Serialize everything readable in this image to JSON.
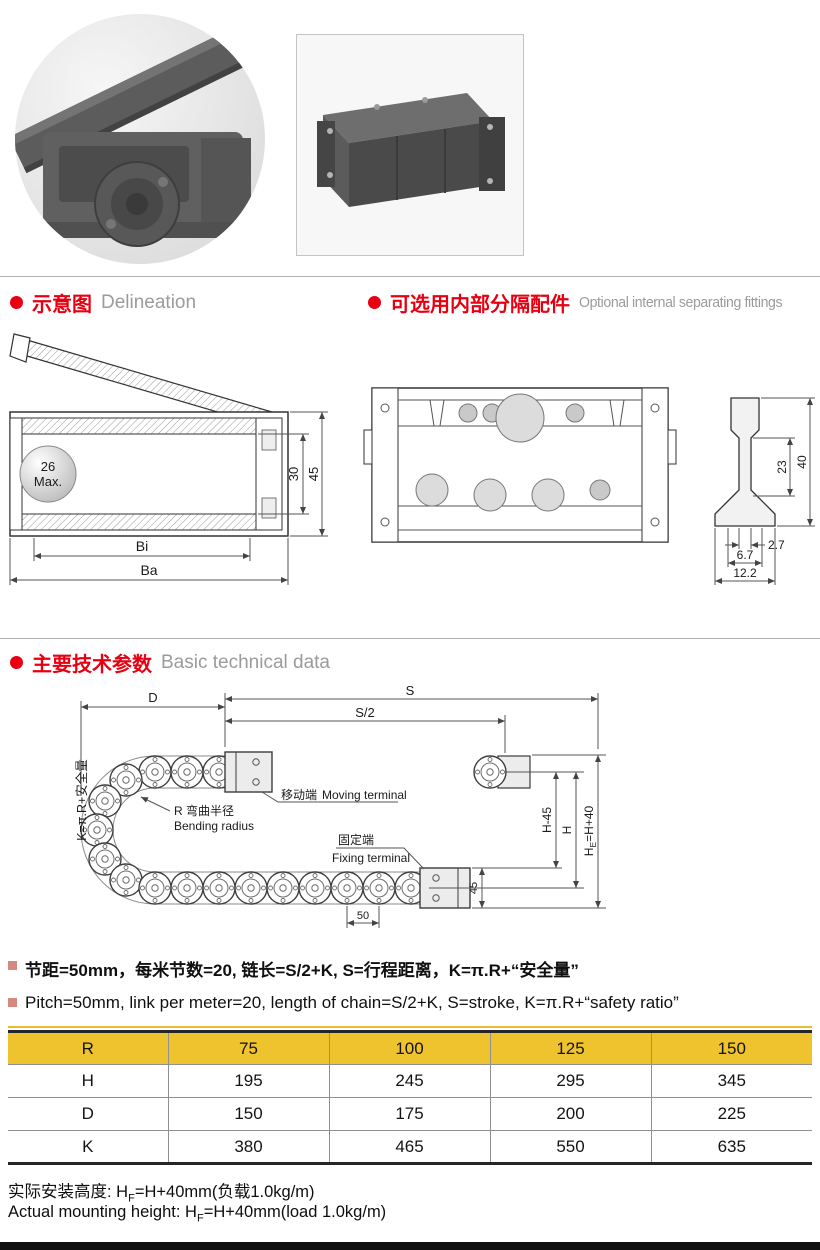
{
  "colors": {
    "accent_red": "#e60012",
    "table_header_yellow": "#efc32d",
    "heading_gray": "#9b9b9b"
  },
  "sections": {
    "delineation": {
      "cn": "示意图",
      "en": "Delineation"
    },
    "separating": {
      "cn": "可选用内部分隔配件",
      "en": "Optional internal separating fittings"
    },
    "technical": {
      "cn": "主要技术参数",
      "en": "Basic technical data"
    }
  },
  "side_view": {
    "ball_line1": "26",
    "ball_line2": "Max.",
    "dim_inner_height": "30",
    "dim_outer_height": "45",
    "dim_bi": "Bi",
    "dim_ba": "Ba"
  },
  "separator_profile": {
    "dim_stem_height": "23",
    "dim_total_height": "40",
    "dim_stem_width": "2.7",
    "dim_mid_width": "6.7",
    "dim_base_width": "12.2"
  },
  "bend_diagram": {
    "dim_d": "D",
    "dim_s": "S",
    "dim_s_half": "S/2",
    "k_formula": "K=π.R+安全量",
    "moving_cn": "移动端",
    "moving_en": "Moving terminal",
    "radius_cn": "R 弯曲半径",
    "radius_en": "Bending radius",
    "fixing_cn": "固定端",
    "fixing_en": "Fixing terminal",
    "dim_h45": "H-45",
    "dim_h": "H",
    "he_base": "H",
    "he_sub": "E",
    "he_rest": "=H+40",
    "dim_45": "45",
    "dim_50": "50"
  },
  "notes": {
    "cn": "节距=50mm，每米节数=20, 链长=S/2+K, S=行程距离，K=π.R+“安全量”",
    "en": "Pitch=50mm, link per meter=20, length of chain=S/2+K, S=stroke, K=π.R+“safety ratio”"
  },
  "table": {
    "header": [
      "R",
      "75",
      "100",
      "125",
      "150"
    ],
    "rows": [
      [
        "H",
        "195",
        "245",
        "295",
        "345"
      ],
      [
        "D",
        "150",
        "175",
        "200",
        "225"
      ],
      [
        "K",
        "380",
        "465",
        "550",
        "635"
      ]
    ]
  },
  "footer": {
    "cn_prefix": "实际安装高度: H",
    "cn_sub": "F",
    "cn_rest": "=H+40mm(负载1.0kg/m)",
    "en_prefix": "Actual mounting height: H",
    "en_sub": "F",
    "en_rest": "=H+40mm(load 1.0kg/m)"
  }
}
